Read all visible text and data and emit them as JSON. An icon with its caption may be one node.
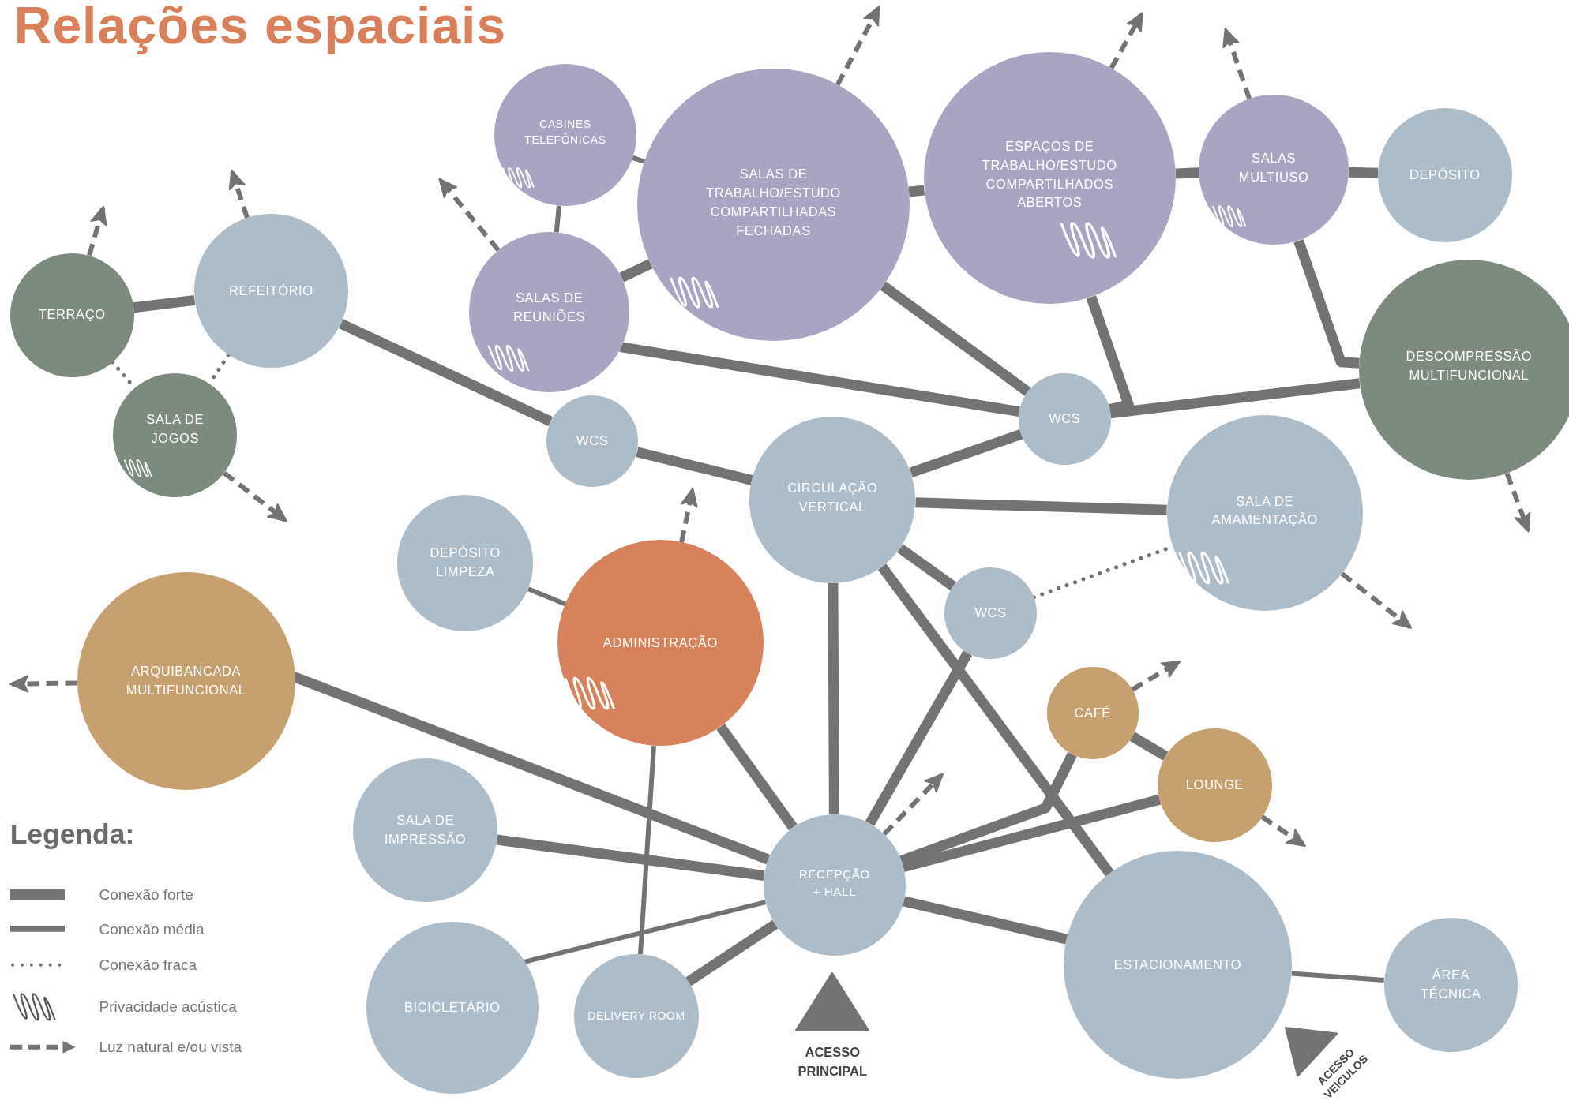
{
  "diagram": {
    "title": "Relações espaciais",
    "nodes": [
      {
        "text": [
          "TERRAÇO"
        ]
      },
      {
        "text": [
          "REFEITÓRIO"
        ]
      },
      {
        "text": [
          "SALA DE JOGOS"
        ]
      },
      {
        "text": [
          "CABINES TELEFÔNICAS"
        ]
      },
      {
        "text": [
          "SALAS DE TRABALHO/ESTUDO COMPARTILHADAS FECHADAS"
        ]
      },
      {
        "text": [
          "ESPAÇOS DE TRABALHO/ESTUDO COMPARTILHADOS ABERTOS"
        ]
      },
      {
        "text": [
          "SALAS MULTIUSO"
        ]
      },
      {
        "text": [
          "DEPÓSITO"
        ]
      },
      {
        "text": [
          "SALAS DE REUNIÕES"
        ]
      },
      {
        "text": [
          "DESCOMPRESSÃO MULTIFUNCIONAL"
        ]
      },
      {
        "text": [
          "WCS"
        ]
      },
      {
        "text": [
          "WCS"
        ]
      },
      {
        "text": [
          "CIRCULAÇÃO VERTICAL"
        ]
      },
      {
        "text": [
          "SALA DE AMAMENTAÇÃO"
        ]
      },
      {
        "text": [
          "DEPÓSITO LIMPEZA"
        ]
      },
      {
        "text": [
          "ADMINISTRAÇÃO"
        ]
      },
      {
        "text": [
          "WCS"
        ]
      },
      {
        "text": [
          "ARQUIBANCADA MULTIFUNCIONAL"
        ]
      },
      {
        "text": [
          "CAFÉ"
        ]
      },
      {
        "text": [
          "LOUNGE"
        ]
      },
      {
        "text": [
          "SALA DE IMPRESSÃO"
        ]
      },
      {
        "text": [
          "RECEPÇÃO + HALL"
        ]
      },
      {
        "text": [
          "ESTACIONAMENTO"
        ]
      },
      {
        "text": [
          "ÁREA TÉCNICA"
        ]
      },
      {
        "text": [
          "BICICLETÁRIO"
        ]
      },
      {
        "text": [
          "DELIVERY ROOM"
        ]
      },
      {
        "text": [],
        "shape": "triangle",
        "beside": [
          "ACESSO PRINCIPAL"
        ]
      },
      {
        "text": [],
        "shape": "triangle",
        "beside": [
          "ACESSO VEÍCULOS"
        ]
      }
    ],
    "edges": [
      {
        "from": 0,
        "to": 1,
        "arrow": "none"
      },
      {
        "from": 0,
        "to": 2,
        "arrow": "none",
        "style": "dashed"
      },
      {
        "from": 1,
        "to": 2,
        "arrow": "none",
        "style": "dashed"
      },
      {
        "from": 1,
        "to": 10,
        "arrow": "none"
      },
      {
        "from": 10,
        "to": 12,
        "arrow": "none"
      },
      {
        "from": 3,
        "to": 4,
        "arrow": "none"
      },
      {
        "from": 3,
        "to": 8,
        "arrow": "none"
      },
      {
        "from": 8,
        "to": 4,
        "arrow": "none"
      },
      {
        "from": 8,
        "to": 11,
        "arrow": "none"
      },
      {
        "from": 4,
        "to": 11,
        "arrow": "none"
      },
      {
        "from": 4,
        "to": 5,
        "arrow": "none"
      },
      {
        "from": 5,
        "to": 6,
        "arrow": "none"
      },
      {
        "from": 6,
        "to": 7,
        "arrow": "none"
      },
      {
        "from": 5,
        "to": 11,
        "arrow": "none"
      },
      {
        "from": 11,
        "to": 9,
        "arrow": "none"
      },
      {
        "from": 6,
        "to": 9,
        "arrow": "none"
      },
      {
        "from": 11,
        "to": 12,
        "arrow": "none"
      },
      {
        "from": 12,
        "to": 13,
        "arrow": "none"
      },
      {
        "from": 12,
        "to": 16,
        "arrow": "none"
      },
      {
        "from": 12,
        "to": 21,
        "arrow": "none"
      },
      {
        "from": 12,
        "to": 22,
        "arrow": "none"
      },
      {
        "from": 16,
        "to": 13,
        "arrow": "none",
        "style": "dashed"
      },
      {
        "from": 16,
        "to": 21,
        "arrow": "none"
      },
      {
        "from": 14,
        "to": 15,
        "arrow": "none"
      },
      {
        "from": 15,
        "to": 21,
        "arrow": "none"
      },
      {
        "from": 15,
        "to": 25,
        "arrow": "none"
      },
      {
        "from": 17,
        "to": 21,
        "arrow": "none"
      },
      {
        "from": 20,
        "to": 21,
        "arrow": "none"
      },
      {
        "from": 24,
        "to": 21,
        "arrow": "none"
      },
      {
        "from": 25,
        "to": 21,
        "arrow": "none"
      },
      {
        "from": 21,
        "to": 22,
        "arrow": "none"
      },
      {
        "from": 21,
        "to": 19,
        "arrow": "none"
      },
      {
        "from": 18,
        "to": 19,
        "arrow": "none"
      },
      {
        "from": 18,
        "to": 21,
        "arrow": "none"
      },
      {
        "from": 22,
        "to": 23,
        "arrow": "none"
      },
      {
        "from": 0,
        "to": null,
        "arrow": "to",
        "style": "dashed"
      },
      {
        "from": 1,
        "to": null,
        "arrow": "to",
        "style": "dashed"
      },
      {
        "from": 2,
        "to": null,
        "arrow": "to",
        "style": "dashed"
      },
      {
        "from": 8,
        "to": null,
        "arrow": "to",
        "style": "dashed"
      },
      {
        "from": 4,
        "to": null,
        "arrow": "to",
        "style": "dashed"
      },
      {
        "from": 5,
        "to": null,
        "arrow": "to",
        "style": "dashed"
      },
      {
        "from": 6,
        "to": null,
        "arrow": "to",
        "style": "dashed"
      },
      {
        "from": 9,
        "to": null,
        "arrow": "to",
        "style": "dashed"
      },
      {
        "from": 13,
        "to": null,
        "arrow": "to",
        "style": "dashed"
      },
      {
        "from": 15,
        "to": null,
        "arrow": "to",
        "style": "dashed"
      },
      {
        "from": 17,
        "to": null,
        "arrow": "to",
        "style": "dashed"
      },
      {
        "from": 18,
        "to": null,
        "arrow": "to",
        "style": "dashed"
      },
      {
        "from": 19,
        "to": null,
        "arrow": "to",
        "style": "dashed"
      },
      {
        "from": 21,
        "to": null,
        "arrow": "to",
        "style": "dashed"
      }
    ],
    "labels": [
      "Legenda:"
    ],
    "legend": [
      {
        "text": "Conexão forte"
      },
      {
        "text": "Conexão média"
      },
      {
        "text": "Conexão fraca"
      },
      {
        "text": "Privacidade acústica"
      },
      {
        "text": "Luz natural e/ou vista"
      }
    ]
  }
}
